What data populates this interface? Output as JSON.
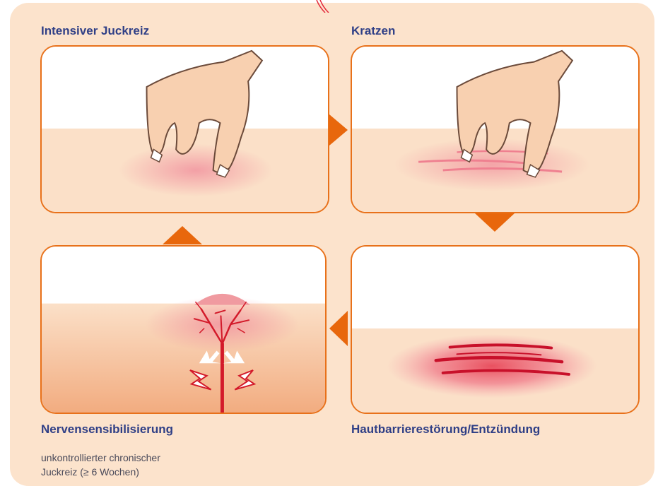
{
  "steps": {
    "itch": {
      "title": "Intensiver Juckreiz"
    },
    "scratch": {
      "title": "Kratzen"
    },
    "barrier": {
      "title": "Hautbarrierestörung/Entzündung"
    },
    "nerve": {
      "title": "Nervensensibilisierung",
      "description_line1": "unkontrollierter chronischer",
      "description_line2": "Juckreiz (≥ 6 Wochen)"
    }
  },
  "colors": {
    "background": "#fce3cc",
    "panel_border": "#e8711a",
    "arrow": "#e8670c",
    "title": "#2f3f86",
    "skin": "#fbe0c8",
    "inflammation": "#e3283a"
  }
}
